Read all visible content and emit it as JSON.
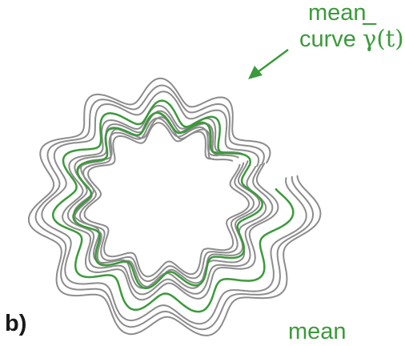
{
  "figure": {
    "panel_label": "b)",
    "annotation": {
      "line1": "mean",
      "line2_text": "curve ",
      "gamma_symbol": "γ",
      "gamma_arg": "(t)"
    },
    "bottom_label": "mean"
  },
  "colors": {
    "curve_gray": "#8c8c8c",
    "mean_green": "#3b9a3b",
    "label_black": "#1a1a1a"
  }
}
